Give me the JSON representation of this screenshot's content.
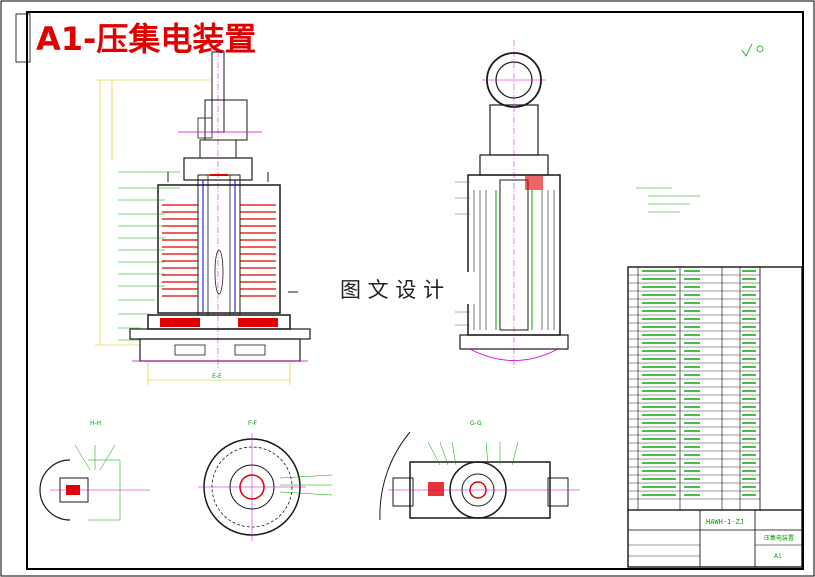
{
  "title": "A1-压集电装置",
  "watermark": "图 文 设 计",
  "views": {
    "section_e": "E-E",
    "section_f": "F-F",
    "section_g": "G-G",
    "section_h": "H-H"
  },
  "title_block": {
    "drawing_no": "HAWH-1-ZJ",
    "name": "压集电装置",
    "sheet_size": "A1"
  },
  "colors": {
    "frame": "#000000",
    "title": "#e00000",
    "outline": "#1a1a1a",
    "red_part": "#e00000",
    "green_line": "#00a000",
    "blue_line": "#0000e0",
    "magenta_line": "#d000d0",
    "yellow_line": "#d8c800"
  }
}
